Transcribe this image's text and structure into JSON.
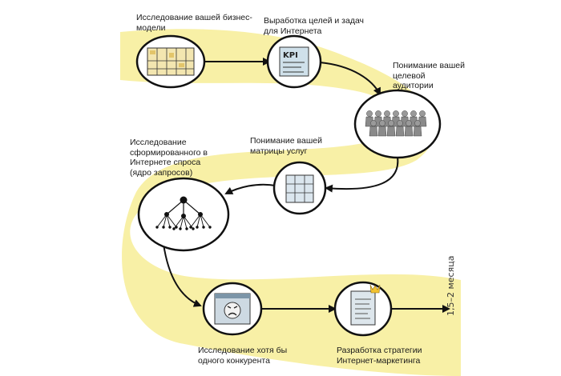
{
  "colors": {
    "road": "#f8f0a6",
    "node_fill": "#ffffff",
    "node_stroke": "#111111",
    "arrow": "#111111",
    "text": "#1a1a1a"
  },
  "steps": [
    {
      "id": "step-1",
      "label": "Исследование вашей бизнес-\nмодели",
      "icon": "business-canvas-icon"
    },
    {
      "id": "step-2",
      "label": "Выработка целей и задач\nдля Интернета",
      "icon": "kpi-board-icon"
    },
    {
      "id": "step-3",
      "label": "Понимание вашей\nцелевой\nаудитории",
      "icon": "audience-crowd-icon"
    },
    {
      "id": "step-4",
      "label": "Понимание вашей\nматрицы услуг",
      "icon": "service-matrix-icon"
    },
    {
      "id": "step-5",
      "label": "Исследование\nсформированного в\nИнтернете спроса\n(ядро запросов)",
      "icon": "query-tree-icon"
    },
    {
      "id": "step-6",
      "label": "Исследование хотя бы\nодного конкурента",
      "icon": "angry-competitor-icon"
    },
    {
      "id": "step-7",
      "label": "Разработка стратегии\nИнтернет-маркетинга",
      "icon": "strategy-document-icon"
    }
  ],
  "duration_label": "1,5–2 месяца"
}
